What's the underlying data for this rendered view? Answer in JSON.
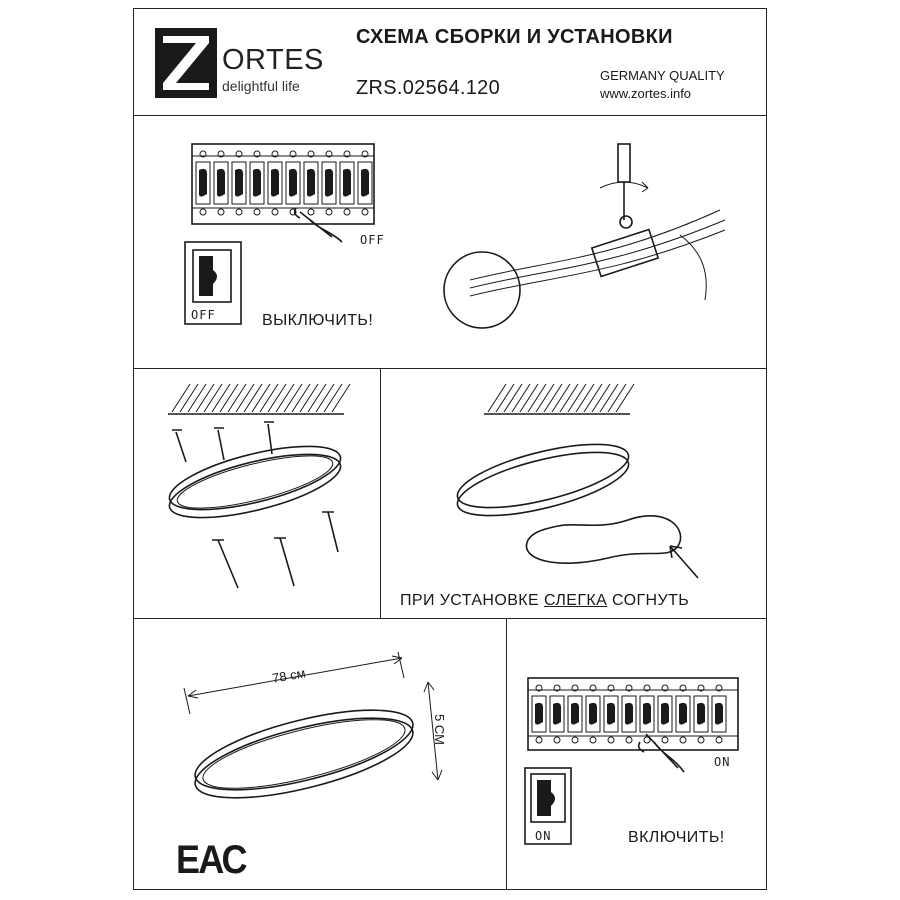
{
  "header": {
    "brand_initial": "Z",
    "brand_name": "ORTES",
    "tagline": "delightful life",
    "title": "СХЕМА СБОРКИ И УСТАНОВКИ",
    "model": "ZRS.02564.120",
    "quality": "GERMANY QUALITY",
    "website": "www.zortes.info"
  },
  "step_power_off": {
    "switch_state": "OFF",
    "breaker_state": "OFF",
    "label": "ВЫКЛЮЧИТЬ!"
  },
  "step_mount_plate": {
    "note_prefix": "ПРИ УСТАНОВКЕ ",
    "note_emphasis": "СЛЕГКА",
    "note_suffix": " СОГНУТЬ"
  },
  "dimensions": {
    "diameter": "78 см",
    "height": "5 СМ",
    "certification": "ЕАС"
  },
  "step_power_on": {
    "switch_state": "ON",
    "breaker_state": "ON",
    "label": "ВКЛЮЧИТЬ!"
  }
}
